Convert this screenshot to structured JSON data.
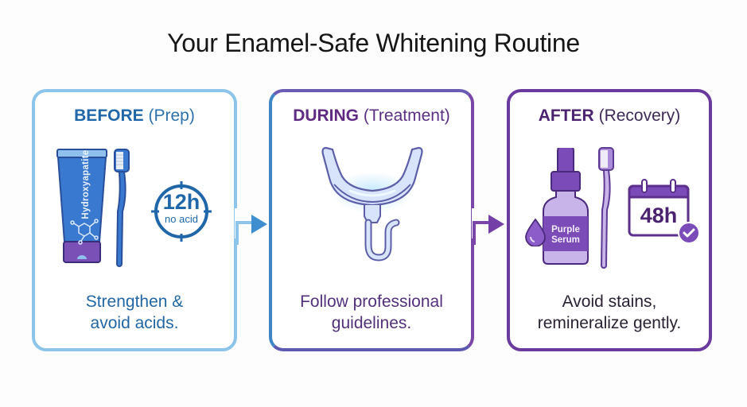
{
  "title": "Your Enamel-Safe Whitening Routine",
  "cards": [
    {
      "id": "before",
      "phase": "BEFORE",
      "subtitle": "(Prep)",
      "body_line1": "Strengthen &",
      "body_line2": "avoid acids.",
      "border_color": "#8cc4ea",
      "icons": [
        "toothpaste-tube-icon",
        "toothbrush-icon",
        "timer-icon"
      ],
      "toothpaste_label": "Hydroxyapatite",
      "timer_value": "12h",
      "timer_caption": "no acid"
    },
    {
      "id": "during",
      "phase": "DURING",
      "subtitle": "(Treatment)",
      "body_line1": "Follow professional",
      "body_line2": "guidelines.",
      "border_color": "#6a5bb5",
      "icons": [
        "led-mouth-tray-icon"
      ]
    },
    {
      "id": "after",
      "phase": "AFTER",
      "subtitle": "(Recovery)",
      "body_line1": "Avoid stains,",
      "body_line2": "remineralize gently.",
      "border_color": "#6b3a9e",
      "icons": [
        "serum-bottle-icon",
        "droplet-icon",
        "toothbrush-icon",
        "calendar-icon",
        "check-badge-icon"
      ],
      "serum_label_1": "Purple",
      "serum_label_2": "Serum",
      "calendar_value": "48h"
    }
  ],
  "connectors": [
    {
      "from": "before",
      "to": "during",
      "color": "#3f8fd0",
      "icon": "arrow-right-icon"
    },
    {
      "from": "during",
      "to": "after",
      "color": "#7440a8",
      "icon": "arrow-right-icon"
    }
  ],
  "colors": {
    "blue_primary": "#1f67a8",
    "blue_light": "#8cc4ea",
    "purple_primary": "#6b3a9e",
    "purple_light": "#b79fe0",
    "text_dark": "#161616"
  }
}
